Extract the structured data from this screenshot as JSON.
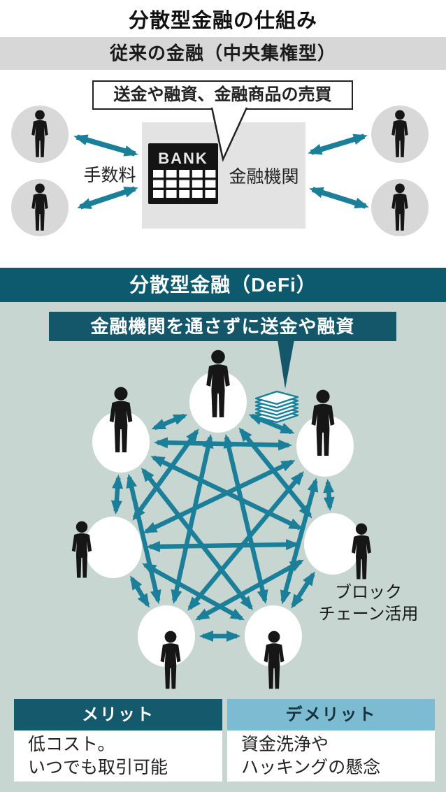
{
  "title": "分散型金融の仕組み",
  "traditional": {
    "banner": "従来の金融（中央集権型）",
    "callout": "送金や融資、金融商品の売買",
    "fee_label": "手数料",
    "bank_sign": "BANK",
    "institution_label": "金融機関"
  },
  "defi": {
    "banner": "分散型金融（DeFi）",
    "callout": "金融機関を通さずに送金や融資",
    "blockchain_line1": "ブロック",
    "blockchain_line2": "チェーン活用",
    "merit_header": "メリット",
    "merit_line1": "低コスト。",
    "merit_line2": "いつでも取引可能",
    "demerit_header": "デメリット",
    "demerit_line1": "資金洗浄や",
    "demerit_line2": "ハッキングの懸念"
  },
  "colors": {
    "teal_banner": "#0d5a6e",
    "teal_callout": "#14576b",
    "arrow_teal": "#1b7f99",
    "sage_background": "#c7d6d0",
    "gray_banner": "#d7d7d7",
    "gray_panel": "#e3e3e3",
    "gray_circle": "#d8d8d8",
    "demerit_header_bg": "#7cbbd2",
    "person_black": "#161616"
  },
  "icons": {
    "person": "person-icon",
    "bank": "bank-building-icon",
    "money_stack": "money-stack-icon",
    "arrows": "double-headed-arrow"
  }
}
